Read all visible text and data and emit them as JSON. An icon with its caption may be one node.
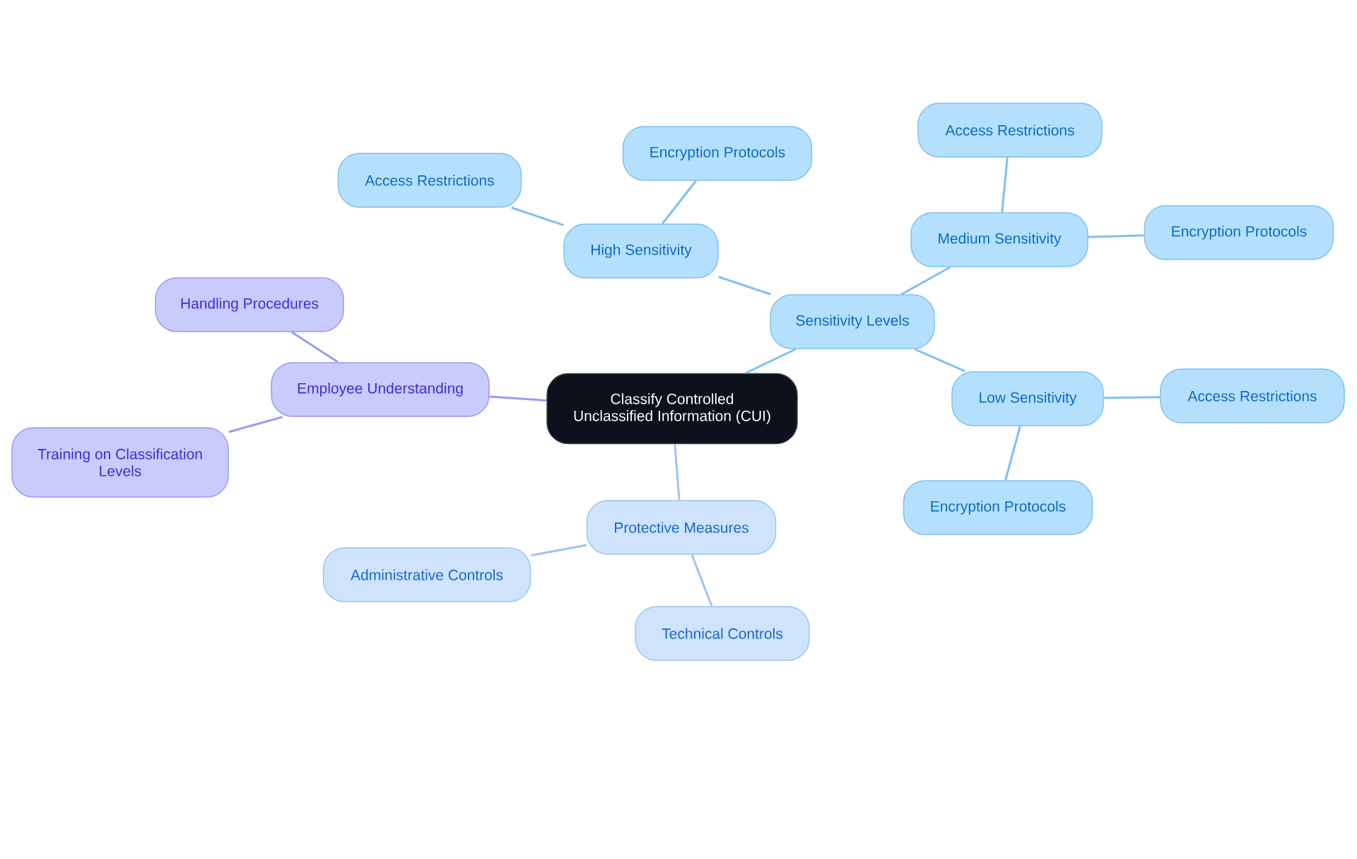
{
  "diagram": {
    "nodes": [
      {
        "text": [
          "Classify Controlled Unclassified Information (CUI)"
        ]
      },
      {
        "text": [
          "Sensitivity Levels"
        ]
      },
      {
        "text": [
          "High Sensitivity"
        ]
      },
      {
        "text": [
          "Access Restrictions"
        ]
      },
      {
        "text": [
          "Encryption Protocols"
        ]
      },
      {
        "text": [
          "Medium Sensitivity"
        ]
      },
      {
        "text": [
          "Access Restrictions"
        ]
      },
      {
        "text": [
          "Encryption Protocols"
        ]
      },
      {
        "text": [
          "Low Sensitivity"
        ]
      },
      {
        "text": [
          "Access Restrictions"
        ]
      },
      {
        "text": [
          "Encryption Protocols"
        ]
      },
      {
        "text": [
          "Protective Measures"
        ]
      },
      {
        "text": [
          "Administrative Controls"
        ]
      },
      {
        "text": [
          "Technical Controls"
        ]
      },
      {
        "text": [
          "Employee Understanding"
        ]
      },
      {
        "text": [
          "Handling Procedures"
        ]
      },
      {
        "text": [
          "Training on Classification Levels"
        ]
      }
    ],
    "edges": [
      {
        "from": 0,
        "to": 1,
        "arrow": "none"
      },
      {
        "from": 1,
        "to": 2,
        "arrow": "none"
      },
      {
        "from": 2,
        "to": 3,
        "arrow": "none"
      },
      {
        "from": 2,
        "to": 4,
        "arrow": "none"
      },
      {
        "from": 1,
        "to": 5,
        "arrow": "none"
      },
      {
        "from": 5,
        "to": 6,
        "arrow": "none"
      },
      {
        "from": 5,
        "to": 7,
        "arrow": "none"
      },
      {
        "from": 1,
        "to": 8,
        "arrow": "none"
      },
      {
        "from": 8,
        "to": 9,
        "arrow": "none"
      },
      {
        "from": 8,
        "to": 10,
        "arrow": "none"
      },
      {
        "from": 0,
        "to": 11,
        "arrow": "none",
        "color": "#9cc4ef"
      },
      {
        "from": 11,
        "to": 12,
        "arrow": "none",
        "color": "#9cc4ef"
      },
      {
        "from": 11,
        "to": 13,
        "arrow": "none",
        "color": "#9cc4ef"
      },
      {
        "from": 0,
        "to": 14,
        "arrow": "none",
        "color": "#9a9cf0"
      },
      {
        "from": 14,
        "to": 15,
        "arrow": "none",
        "color": "#9a9cf0"
      },
      {
        "from": 14,
        "to": 16,
        "arrow": "none",
        "color": "#9a9cf0"
      }
    ]
  }
}
